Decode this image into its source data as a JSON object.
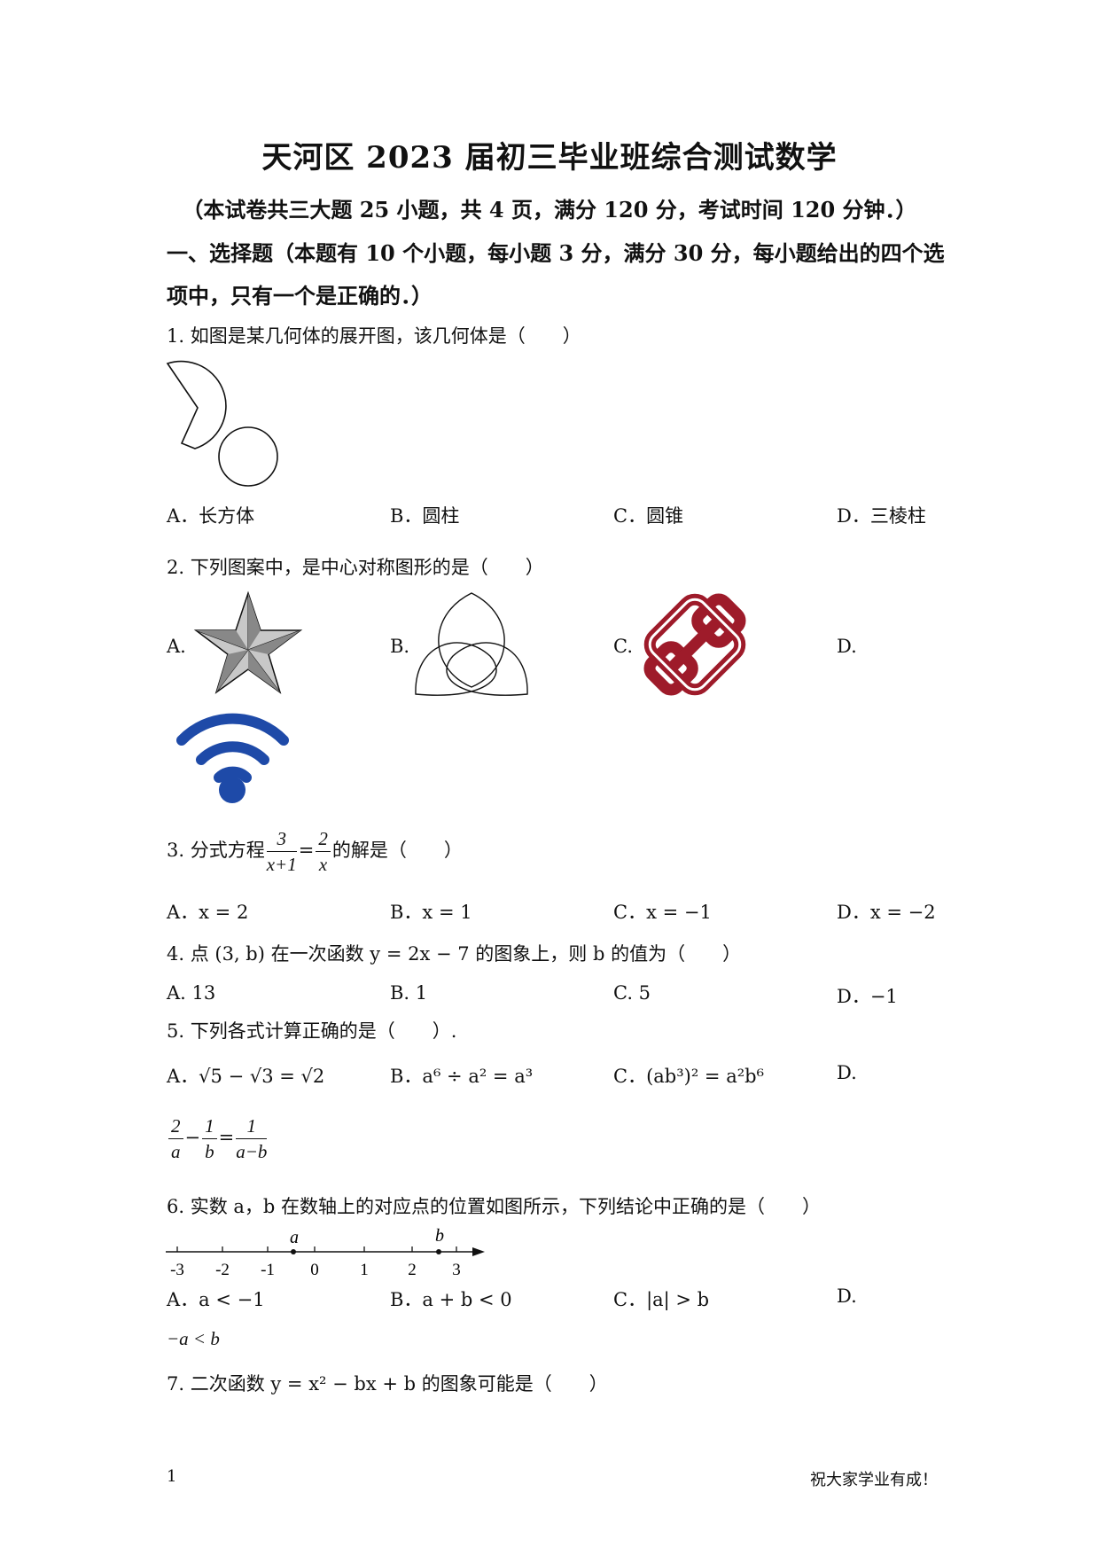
{
  "title": "天河区 2023 届初三毕业班综合测试数学",
  "subtitle": "（本试卷共三大题 25 小题，共 4 页，满分 120 分，考试时间 120 分钟．）",
  "section1": "一、选择题（本题有 10 个小题，每小题 3 分，满分 30 分，每小题给出的四个选项中，只有一个是正确的．）",
  "q1": {
    "text": "1. 如图是某几何体的展开图，该几何体是（　　）",
    "a": "A．长方体",
    "b": "B．圆柱",
    "c": "C．圆锥",
    "d": "D．三棱柱"
  },
  "q2": {
    "text": "2. 下列图案中，是中心对称图形的是（　　）",
    "a": "A.",
    "b": "B.",
    "c": "C.",
    "d": "D."
  },
  "q3": {
    "pre": "3. 分式方程",
    "n1": "3",
    "d1": "x+1",
    "eq": "=",
    "n2": "2",
    "d2": "x",
    "post": "的解是（　　）",
    "a": "A．x = 2",
    "b": "B．x = 1",
    "c": "C．x = −1",
    "d": "D．x = −2"
  },
  "q4": {
    "text": "4. 点 (3, b) 在一次函数 y = 2x − 7 的图象上，则 b 的值为（　　）",
    "a": "A. 13",
    "b": "B. 1",
    "c": "C. 5",
    "d": "D．−1"
  },
  "q5": {
    "text": "5. 下列各式计算正确的是（　　）.",
    "a": "A．√5 − √3 = √2",
    "b": "B．a⁶ ÷ a² = a³",
    "c": "C．(ab³)² = a²b⁶",
    "d": "D.",
    "d_n1": "2",
    "d_d1": "a",
    "d_minus": "−",
    "d_n2": "1",
    "d_d2": "b",
    "d_eq": "=",
    "d_n3": "1",
    "d_d3": "a−b"
  },
  "q6": {
    "text": "6. 实数 a，b 在数轴上的对应点的位置如图所示，下列结论中正确的是（　　）",
    "ticks": [
      "-3",
      "-2",
      "-1",
      "0",
      "1",
      "2",
      "3"
    ],
    "label_a": "a",
    "label_b": "b",
    "a": "A．a < −1",
    "b": "B．a + b < 0",
    "c": "C．|a| > b",
    "d": "D.",
    "d_cont": "−a < b"
  },
  "q7": {
    "text": "7. 二次函数 y = x² − bx + b 的图象可能是（　　）"
  },
  "footer": {
    "page": "1",
    "right": "祝大家学业有成！"
  }
}
